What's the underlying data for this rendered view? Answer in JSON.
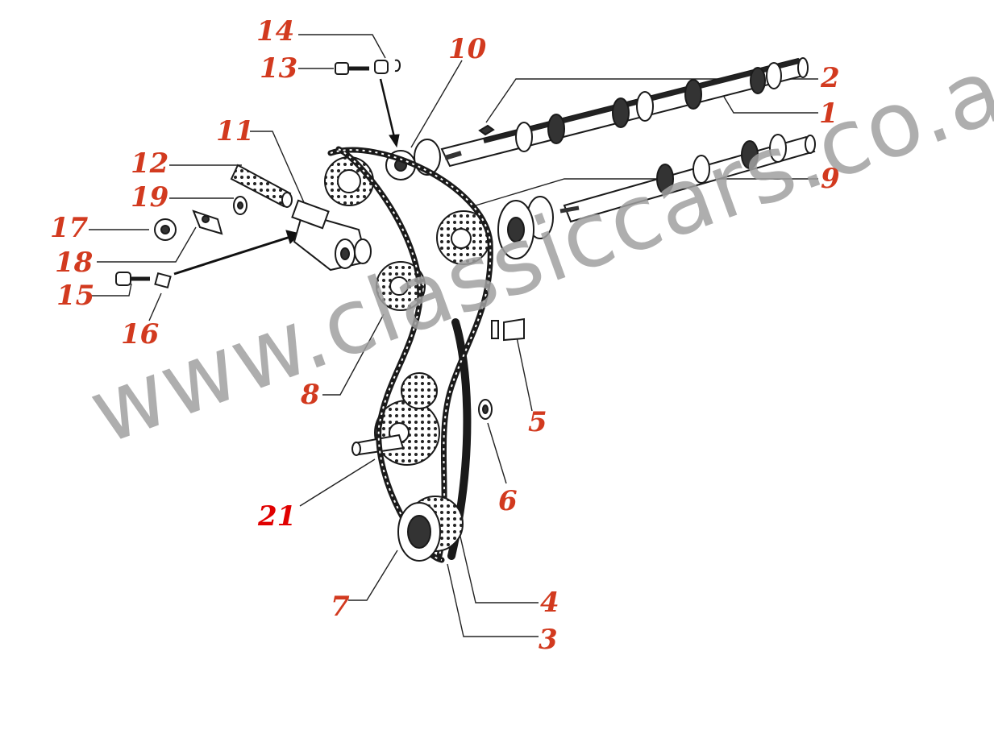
{
  "labels": {
    "n1": "1",
    "n2": "2",
    "n3": "3",
    "n4": "4",
    "n5": "5",
    "n6": "6",
    "n7": "7",
    "n8": "8",
    "n9": "9",
    "n10": "10",
    "n11": "11",
    "n12": "12",
    "n13": "13",
    "n14": "14",
    "n15": "15",
    "n16": "16",
    "n17": "17",
    "n18": "18",
    "n19": "19",
    "n21": "21"
  },
  "watermark": "www.classiccars.co.at",
  "colors": {
    "label": "#d23a1f",
    "label_highlight": "#e00000",
    "drawing": "#1a1a1a",
    "watermark": "#a0a0a0"
  }
}
